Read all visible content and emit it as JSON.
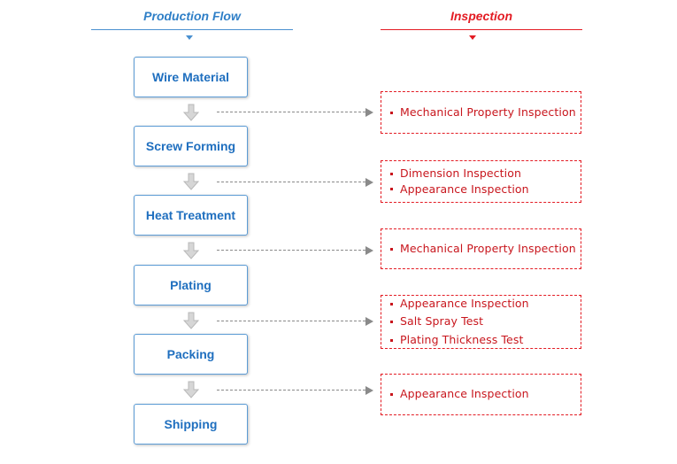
{
  "headers": {
    "production": "Production Flow",
    "inspection": "Inspection"
  },
  "steps": [
    {
      "label": "Wire Material"
    },
    {
      "label": "Screw Forming"
    },
    {
      "label": "Heat Treatment"
    },
    {
      "label": "Plating"
    },
    {
      "label": "Packing"
    },
    {
      "label": "Shipping"
    }
  ],
  "inspections": [
    {
      "items": [
        "Mechanical Property Inspection"
      ]
    },
    {
      "items": [
        "Dimension Inspection",
        "Appearance Inspection"
      ]
    },
    {
      "items": [
        "Mechanical Property Inspection"
      ]
    },
    {
      "items": [
        "Appearance Inspection",
        "Salt Spray Test",
        "Plating Thickness Test"
      ]
    },
    {
      "items": [
        "Appearance Inspection"
      ]
    }
  ],
  "colors": {
    "production_accent": "#2f7fc7",
    "inspection_accent": "#e31b23",
    "connector": "#8a8a8a"
  }
}
